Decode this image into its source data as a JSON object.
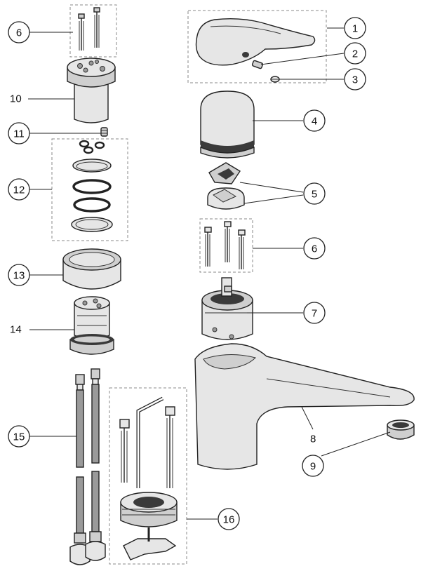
{
  "callouts": [
    {
      "id": "callout-1",
      "label": "1"
    },
    {
      "id": "callout-2",
      "label": "2"
    },
    {
      "id": "callout-3",
      "label": "3"
    },
    {
      "id": "callout-4",
      "label": "4"
    },
    {
      "id": "callout-5",
      "label": "5"
    },
    {
      "id": "callout-6-right",
      "label": "6"
    },
    {
      "id": "callout-7",
      "label": "7"
    },
    {
      "id": "callout-9",
      "label": "9"
    },
    {
      "id": "callout-6-left",
      "label": "6"
    },
    {
      "id": "callout-11",
      "label": "11"
    },
    {
      "id": "callout-12",
      "label": "12"
    },
    {
      "id": "callout-13",
      "label": "13"
    },
    {
      "id": "callout-15",
      "label": "15"
    },
    {
      "id": "callout-16",
      "label": "16"
    }
  ],
  "plain_labels": {
    "part_8": "8",
    "part_10": "10",
    "part_14": "14"
  },
  "colors": {
    "line": "#222222",
    "dashed_box": "#888888",
    "shade_light": "#e6e6e6",
    "shade_mid": "#cfcfcf",
    "shade_dark": "#9a9a9a"
  }
}
